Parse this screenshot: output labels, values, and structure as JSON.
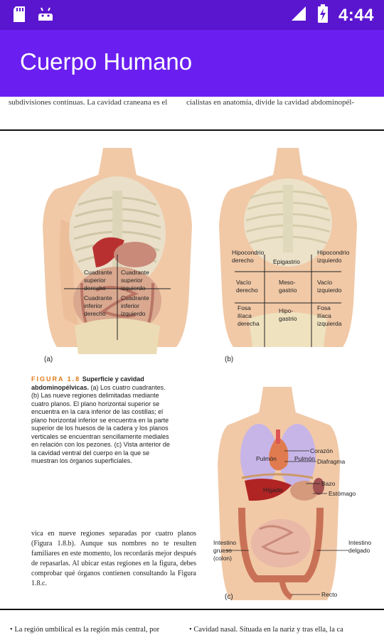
{
  "status_bar": {
    "time": "4:44",
    "icons": [
      "sd-card-icon",
      "android-icon",
      "signal-icon",
      "battery-charging-icon"
    ]
  },
  "app_bar": {
    "title": "Cuerpo Humano",
    "color": "#6a1ff0"
  },
  "document": {
    "top_left_text": "subdivisiones continuas. La cavidad craneana es el",
    "top_right_text": "cialistas en anatomía, divide la cavidad abdominopél-",
    "figure_a": {
      "panel_label": "(a)",
      "quadrants": [
        [
          "Cuadrante",
          "superior",
          "derecho"
        ],
        [
          "Cuadrante",
          "superior",
          "izquierdo"
        ],
        [
          "Cuadrante",
          "inferior",
          "derecho"
        ],
        [
          "Cuadrante",
          "inferior",
          "izquierdo"
        ]
      ]
    },
    "figure_b": {
      "panel_label": "(b)",
      "regions": [
        [
          "Hipocondrio",
          "derecho"
        ],
        [
          "Epigastrio"
        ],
        [
          "Hipocondrio",
          "izquierdo"
        ],
        [
          "Vacío",
          "derecho"
        ],
        [
          "Meso-",
          "gastrio"
        ],
        [
          "Vacío",
          "izquierdo"
        ],
        [
          "Fosa",
          "ilíaca",
          "derecha"
        ],
        [
          "Hipo-",
          "gastrio"
        ],
        [
          "Fosa",
          "ilíaca",
          "izquierda"
        ]
      ]
    },
    "figure_c": {
      "panel_label": "(c)",
      "labels": {
        "corazon": "Corazón",
        "pulmon_left": "Pulmón",
        "pulmon_right": "Pulmón",
        "diafragma": "Diafragma",
        "higado": "Hígado",
        "bazo": "Bazo",
        "estomago": "Estómago",
        "intestino_grueso": [
          "Intestino",
          "grueso",
          "(colon)"
        ],
        "intestino_delgado": [
          "Intestino",
          "delgado"
        ],
        "recto": "Recto"
      }
    },
    "caption": {
      "figure_number": "FIGURA 1.8",
      "title": "Superficie y cavidad abdominopélvicas.",
      "body": "(a) Los cuatro cuadrantes. (b) Las nueve regiones delimitadas mediante cuatro planos. El plano horizontal superior se encuentra en la cara inferior de las costillas; el plano horizontal inferior se encuentra en la parte superior de los huesos de la cadera y los planos verticales se encuentran sencillamente mediales en relación con los pezones. (c) Vista anterior de la cavidad ventral del cuerpo en la que se muestran los órganos superficiales."
    },
    "paragraph": "vica en nueve regiones separadas por cuatro planos (Figura 1.8.b). Aunque sus nombres no te resulten familiares en este momento, los recordarás mejor después de repasarlas. Al ubicar estas regiones en la figura, debes comprobar qué órganos contienen consultando la Figura 1.8.c.",
    "bottom_left_text": "La región umbilical es la región más central, por",
    "bottom_right_text": "Cavidad nasal. Situada en la nariz y tras ella, la ca"
  }
}
